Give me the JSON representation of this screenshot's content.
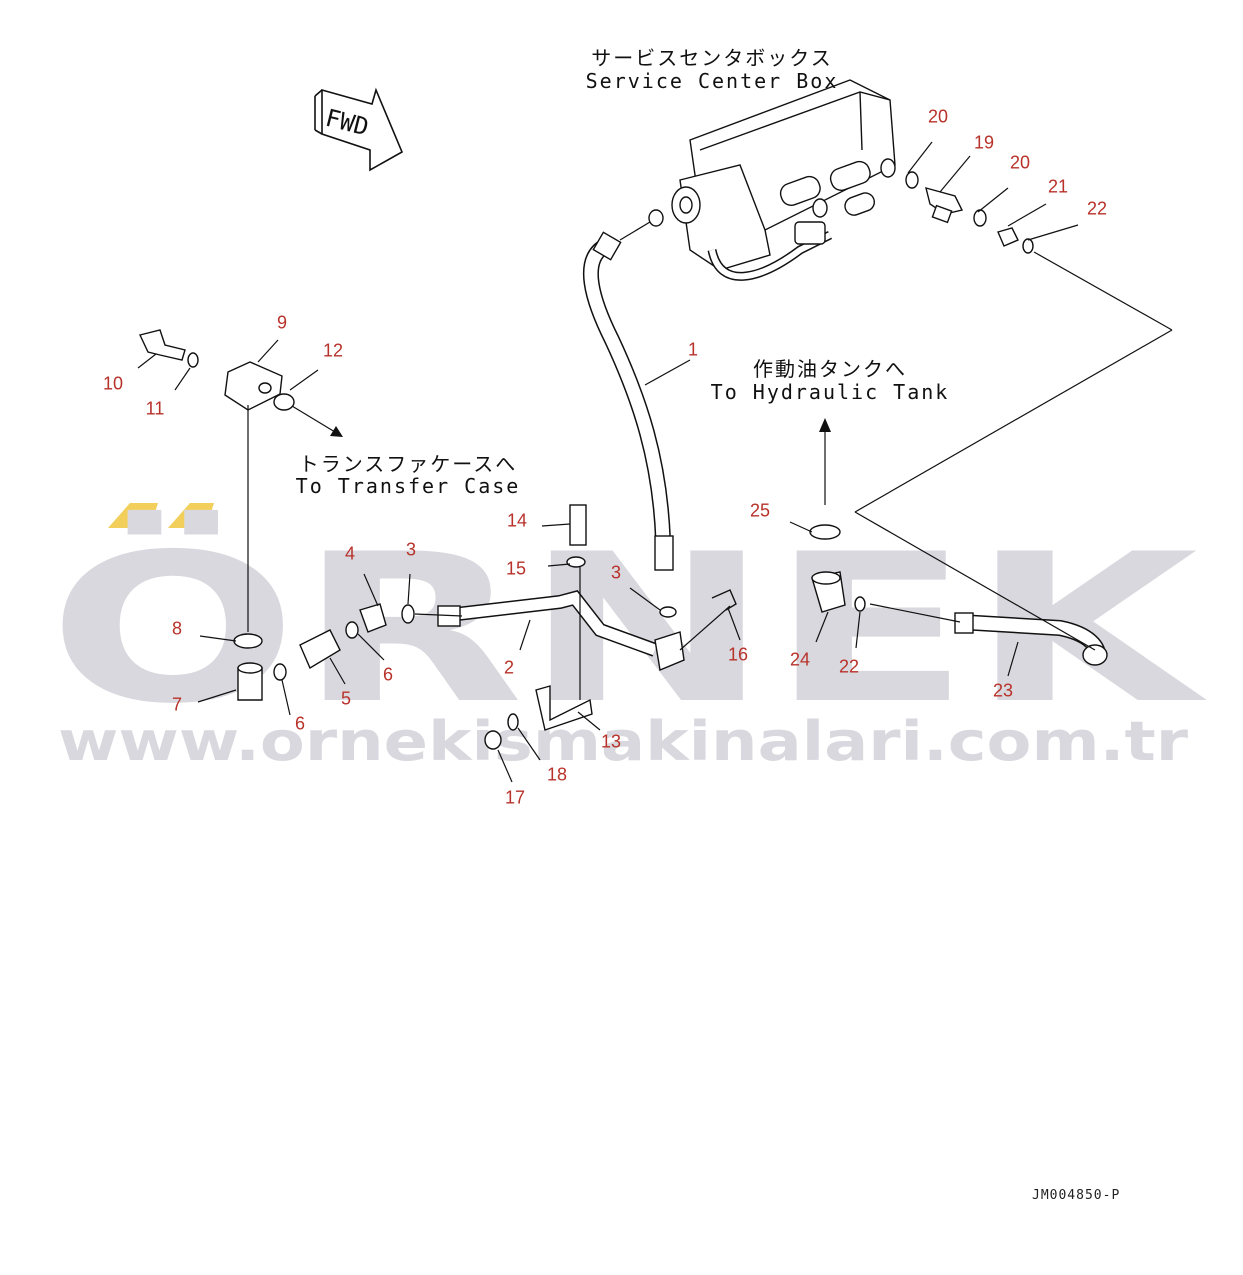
{
  "watermark": {
    "brand": "ÖRNEK",
    "url": "www.ornekismakinalari.com.tr",
    "color": "#d9d8de",
    "accent": "#f2cf5a"
  },
  "direction_arrow": {
    "label": "FWD",
    "icon": "fwd-arrow-icon"
  },
  "captions": {
    "service_box": {
      "jp": "サービスセンタボックス",
      "en": "Service Center Box"
    },
    "hydraulic_tank": {
      "jp": "作動油タンクへ",
      "en": "To Hydraulic Tank"
    },
    "transfer_case": {
      "jp": "トランスファケースへ",
      "en": "To Transfer Case"
    }
  },
  "part_labels": [
    {
      "id": "lbl-20a",
      "text": "20"
    },
    {
      "id": "lbl-19",
      "text": "19"
    },
    {
      "id": "lbl-20b",
      "text": "20"
    },
    {
      "id": "lbl-21",
      "text": "21"
    },
    {
      "id": "lbl-22a",
      "text": "22"
    },
    {
      "id": "lbl-1",
      "text": "1"
    },
    {
      "id": "lbl-9",
      "text": "9"
    },
    {
      "id": "lbl-12",
      "text": "12"
    },
    {
      "id": "lbl-10",
      "text": "10"
    },
    {
      "id": "lbl-11",
      "text": "11"
    },
    {
      "id": "lbl-14",
      "text": "14"
    },
    {
      "id": "lbl-4",
      "text": "4"
    },
    {
      "id": "lbl-3a",
      "text": "3"
    },
    {
      "id": "lbl-15",
      "text": "15"
    },
    {
      "id": "lbl-3b",
      "text": "3"
    },
    {
      "id": "lbl-25",
      "text": "25"
    },
    {
      "id": "lbl-8",
      "text": "8"
    },
    {
      "id": "lbl-6a",
      "text": "6"
    },
    {
      "id": "lbl-2",
      "text": "2"
    },
    {
      "id": "lbl-16",
      "text": "16"
    },
    {
      "id": "lbl-24",
      "text": "24"
    },
    {
      "id": "lbl-22b",
      "text": "22"
    },
    {
      "id": "lbl-23",
      "text": "23"
    },
    {
      "id": "lbl-7",
      "text": "7"
    },
    {
      "id": "lbl-5",
      "text": "5"
    },
    {
      "id": "lbl-6b",
      "text": "6"
    },
    {
      "id": "lbl-13",
      "text": "13"
    },
    {
      "id": "lbl-18",
      "text": "18"
    },
    {
      "id": "lbl-17",
      "text": "17"
    }
  ],
  "drawing_ref": "JM004850-P",
  "colors": {
    "label": "#b8322a",
    "line": "#111111"
  }
}
